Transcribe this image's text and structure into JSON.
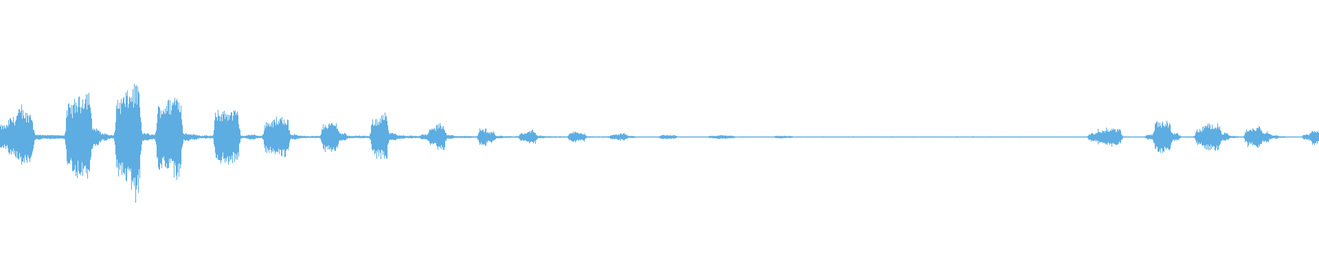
{
  "chart_data": {
    "type": "waveform",
    "title": "",
    "xlabel": "",
    "ylabel": "",
    "ylim": [
      -1,
      1
    ],
    "color": "#5dade2",
    "background": "#ffffff",
    "grid": false,
    "amplitude_envelope": [
      0.09,
      0.15,
      0.21,
      0.19,
      0.02,
      0.015,
      0.015,
      0.015,
      0.25,
      0.3,
      0.36,
      0.07,
      0.03,
      0.015,
      0.3,
      0.34,
      0.39,
      0.03,
      0.02,
      0.25,
      0.28,
      0.33,
      0.03,
      0.02,
      0.012,
      0.01,
      0.2,
      0.2,
      0.2,
      0.01,
      0.02,
      0.01,
      0.12,
      0.13,
      0.16,
      0.02,
      0.01,
      0.008,
      0.008,
      0.1,
      0.11,
      0.03,
      0.01,
      0.01,
      0.008,
      0.14,
      0.17,
      0.03,
      0.015,
      0.01,
      0.008,
      0.02,
      0.07,
      0.1,
      0.015,
      0.008,
      0.008,
      0.006,
      0.06,
      0.04,
      0.01,
      0.006,
      0.006,
      0.03,
      0.05,
      0.01,
      0.006,
      0.005,
      0.005,
      0.04,
      0.03,
      0.005,
      0.005,
      0.005,
      0.02,
      0.025,
      0.008,
      0.004,
      0.004,
      0.004,
      0.015,
      0.015,
      0.004,
      0.004,
      0.004,
      0.004,
      0.01,
      0.015,
      0.012,
      0.004,
      0.004,
      0.004,
      0.004,
      0.004,
      0.01,
      0.008,
      0.004,
      0.004,
      0.004,
      0.004,
      0.004,
      0.004,
      0.004,
      0.004,
      0.004,
      0.004,
      0.004,
      0.004,
      0.004,
      0.004,
      0.004,
      0.004,
      0.004,
      0.004,
      0.004,
      0.004,
      0.004,
      0.004,
      0.004,
      0.004,
      0.004,
      0.004,
      0.004,
      0.004,
      0.004,
      0.004,
      0.004,
      0.004,
      0.004,
      0.004,
      0.004,
      0.004,
      0.03,
      0.05,
      0.06,
      0.06,
      0.005,
      0.004,
      0.004,
      0.02,
      0.12,
      0.12,
      0.03,
      0.005,
      0.005,
      0.06,
      0.1,
      0.1,
      0.03,
      0.008,
      0.005,
      0.06,
      0.08,
      0.04,
      0.015,
      0.006,
      0.004,
      0.004,
      0.02,
      0.05
    ]
  }
}
